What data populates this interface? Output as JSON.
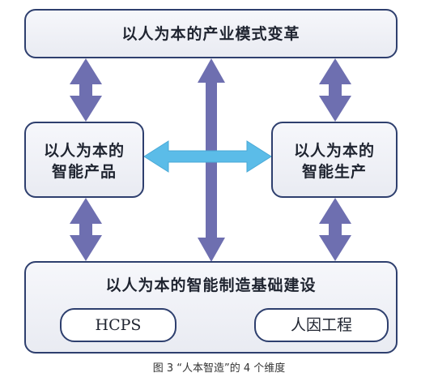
{
  "top_box": {
    "label": "以人为本的产业模式变革"
  },
  "left_box": {
    "line1": "以人为本的",
    "line2": "智能产品"
  },
  "right_box": {
    "line1": "以人为本的",
    "line2": "智能生产"
  },
  "bottom_box": {
    "label": "以人为本的智能制造基础建设",
    "pills": [
      "HCPS",
      "人因工程"
    ]
  },
  "caption": "图 3 “人本智造”的 4 个维度",
  "colors": {
    "vertical_arrow": "#6e6fb0",
    "horizontal_arrow": "#5bbce8",
    "box_border": "#2e3f6e",
    "box_fill": "#eef0f6"
  }
}
